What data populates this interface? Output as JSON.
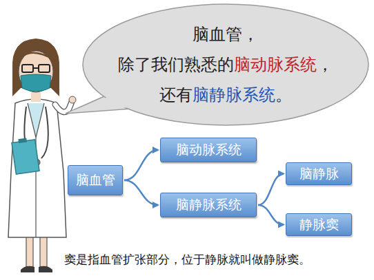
{
  "diagram": {
    "caption": "窦是指血管扩张部分，位于静脉就叫做静脉窦。",
    "nodes": [
      {
        "text": [
          "脑血管， 除了我们熟悉的脑动脉系统， 还有脑静脉系统。"
        ]
      },
      {
        "text": [
          "脑血管"
        ]
      },
      {
        "text": [
          "脑动脉系统"
        ]
      },
      {
        "text": [
          "脑静脉系统"
        ]
      },
      {
        "text": [
          "脑静脉"
        ]
      },
      {
        "text": [
          "静脉窦"
        ]
      }
    ],
    "edges": [
      {
        "from": 1,
        "to": 2,
        "arrow": "to"
      },
      {
        "from": 1,
        "to": 3,
        "arrow": "to"
      },
      {
        "from": 3,
        "to": 4,
        "arrow": "to"
      },
      {
        "from": 3,
        "to": 5,
        "arrow": "to"
      }
    ]
  }
}
